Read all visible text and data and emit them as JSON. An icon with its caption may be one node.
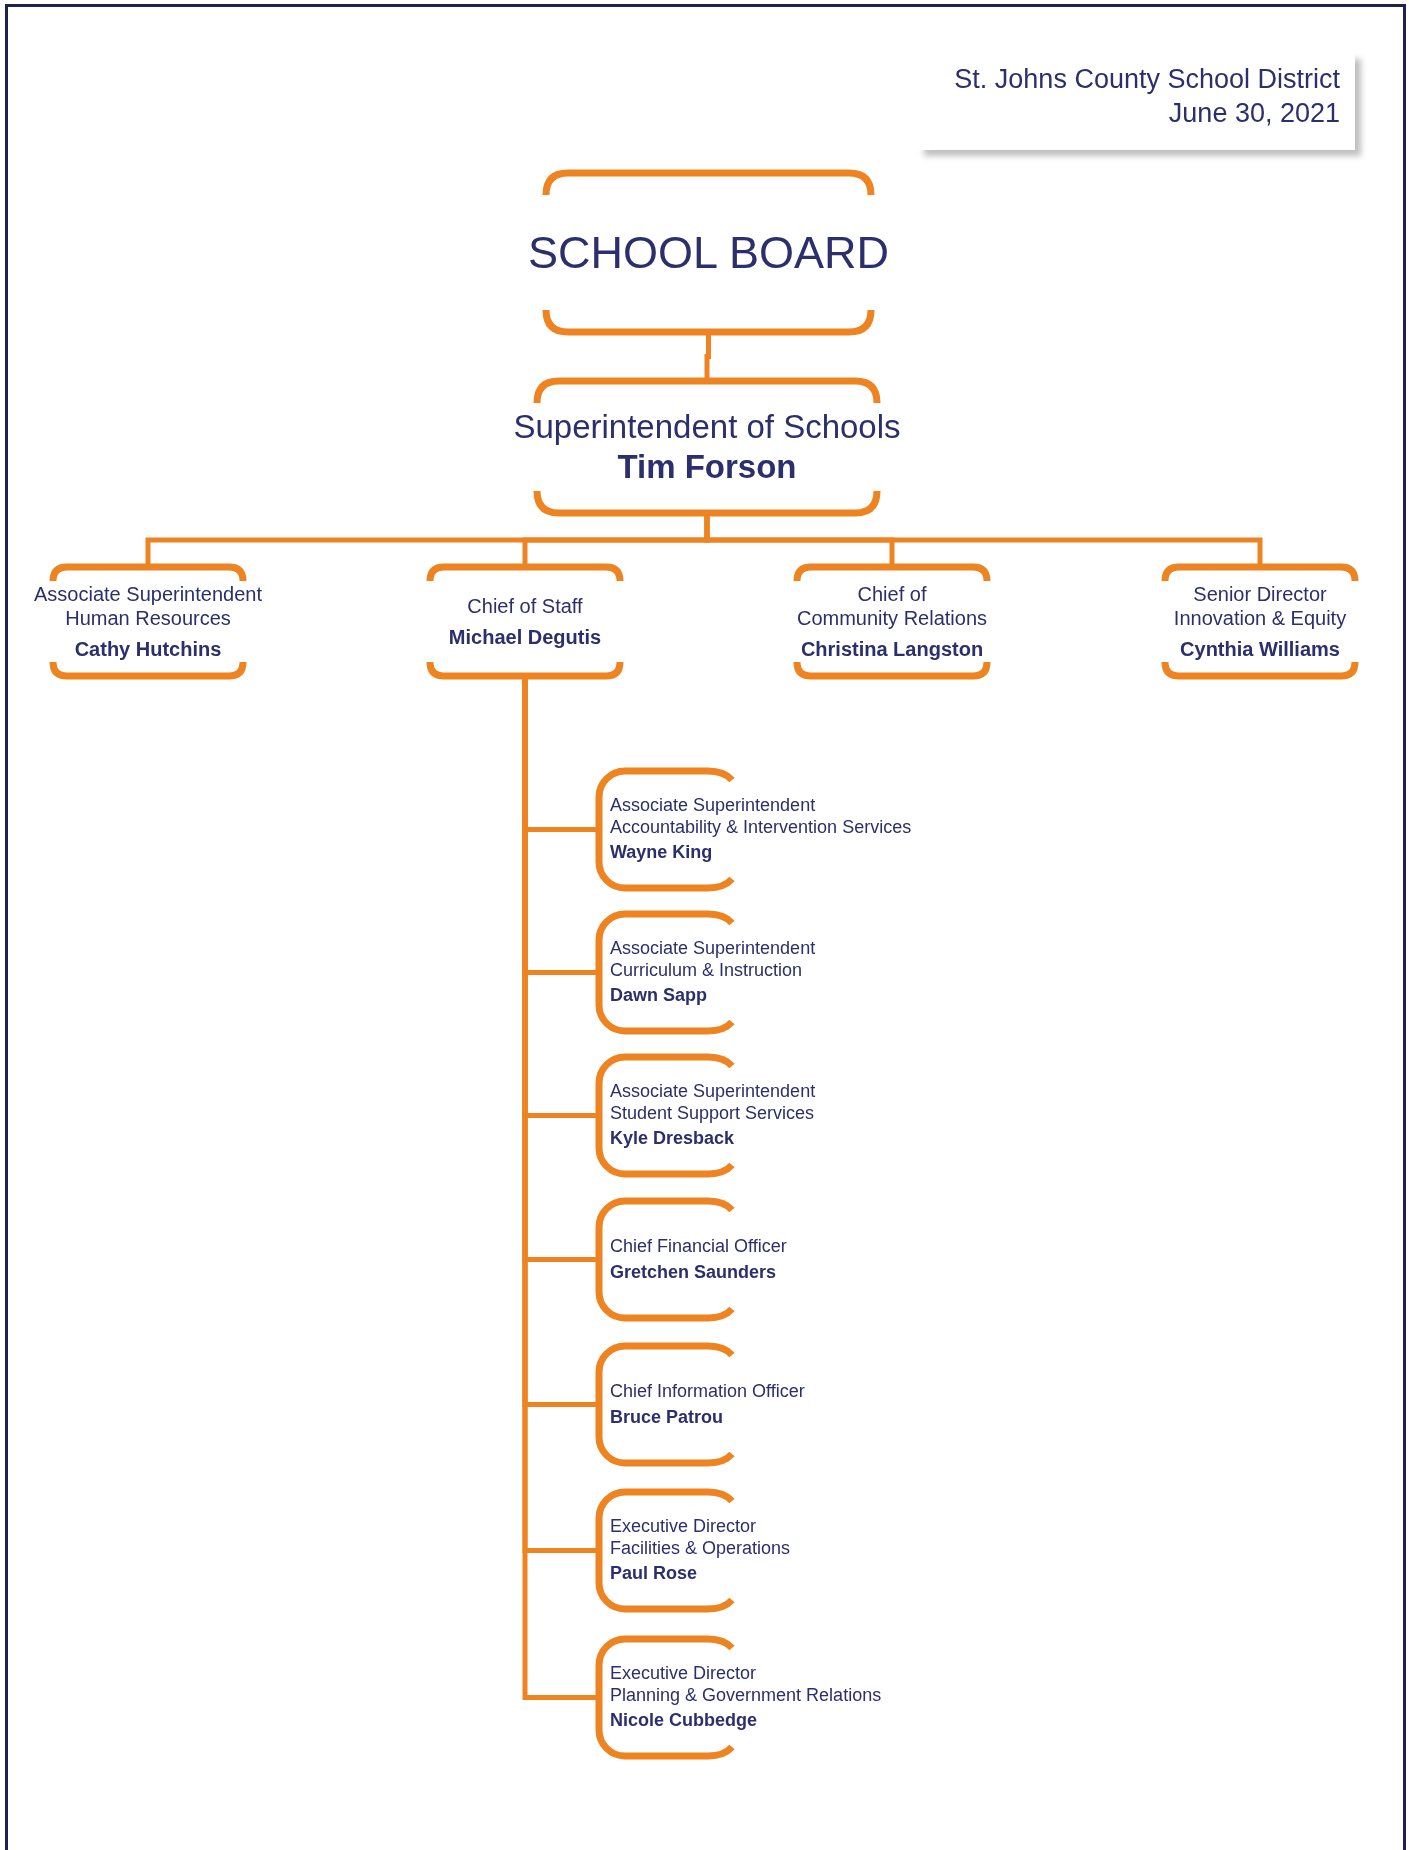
{
  "diagram": {
    "title": "St. Johns County School District",
    "labels": [
      "June 30, 2021"
    ],
    "nodes": [
      {
        "text": [
          "SCHOOL BOARD"
        ]
      },
      {
        "text": [
          "Superintendent of Schools",
          "Tim Forson"
        ]
      },
      {
        "text": [
          "Associate Superintendent",
          "Human Resources",
          "Cathy Hutchins"
        ]
      },
      {
        "text": [
          "Chief of Staff",
          "Michael Degutis"
        ]
      },
      {
        "text": [
          "Chief of",
          "Community Relations",
          "Christina Langston"
        ]
      },
      {
        "text": [
          "Senior Director",
          "Innovation & Equity",
          "Cynthia Williams"
        ]
      },
      {
        "text": [
          "Associate Superintendent",
          "Accountability & Intervention Services",
          "Wayne King"
        ]
      },
      {
        "text": [
          "Associate Superintendent",
          "Curriculum & Instruction",
          "Dawn Sapp"
        ]
      },
      {
        "text": [
          "Associate Superintendent",
          "Student Support Services",
          "Kyle Dresback"
        ]
      },
      {
        "text": [
          "Chief Financial Officer",
          "Gretchen Saunders"
        ]
      },
      {
        "text": [
          "Chief Information Officer",
          "Bruce Patrou"
        ]
      },
      {
        "text": [
          "Executive Director",
          "Facilities & Operations",
          "Paul Rose"
        ]
      },
      {
        "text": [
          "Executive Director",
          "Planning & Government Relations",
          "Nicole Cubbedge"
        ]
      }
    ],
    "edges": [
      {
        "from": 0,
        "to": 1,
        "arrow": "none"
      },
      {
        "from": 1,
        "to": 2,
        "arrow": "none"
      },
      {
        "from": 1,
        "to": 3,
        "arrow": "none"
      },
      {
        "from": 1,
        "to": 4,
        "arrow": "none"
      },
      {
        "from": 1,
        "to": 5,
        "arrow": "none"
      },
      {
        "from": 3,
        "to": 6,
        "arrow": "none"
      },
      {
        "from": 3,
        "to": 7,
        "arrow": "none"
      },
      {
        "from": 3,
        "to": 8,
        "arrow": "none"
      },
      {
        "from": 3,
        "to": 9,
        "arrow": "none"
      },
      {
        "from": 3,
        "to": 10,
        "arrow": "none"
      },
      {
        "from": 3,
        "to": 11,
        "arrow": "none"
      },
      {
        "from": 3,
        "to": 12,
        "arrow": "none"
      }
    ]
  }
}
